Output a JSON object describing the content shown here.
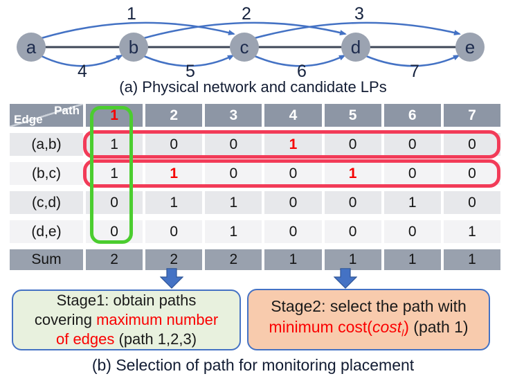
{
  "graph": {
    "nodes": [
      "a",
      "b",
      "c",
      "d",
      "e"
    ],
    "path_numbers": [
      "1",
      "2",
      "3",
      "4",
      "5",
      "6",
      "7"
    ],
    "caption": "(a) Physical network and candidate LPs"
  },
  "table": {
    "corner": {
      "top": "Path",
      "bottom": "Edge"
    },
    "path_headers": [
      "1",
      "2",
      "3",
      "4",
      "5",
      "6",
      "7"
    ],
    "rows": [
      {
        "edge": "(a,b)",
        "cells": [
          "1",
          "0",
          "0",
          "1",
          "0",
          "0",
          "0"
        ]
      },
      {
        "edge": "(b,c)",
        "cells": [
          "1",
          "1",
          "0",
          "0",
          "1",
          "0",
          "0"
        ]
      },
      {
        "edge": "(c,d)",
        "cells": [
          "0",
          "1",
          "1",
          "0",
          "0",
          "1",
          "0"
        ]
      },
      {
        "edge": "(d,e)",
        "cells": [
          "0",
          "0",
          "1",
          "0",
          "0",
          "0",
          "1"
        ]
      }
    ],
    "sum": {
      "label": "Sum",
      "cells": [
        "2",
        "2",
        "2",
        "1",
        "1",
        "1",
        "1"
      ]
    }
  },
  "stage1": {
    "line1": "Stage1: obtain paths",
    "line2_black": "covering ",
    "line2_red": "maximum number",
    "line3_red": "of edges ",
    "line3_black": "(path 1,2,3)"
  },
  "stage2": {
    "line1": "Stage2: select the path with",
    "red_prefix": "minimum cost(",
    "cost_word": "cost",
    "cost_subscript": "l",
    "red_close": ")",
    "black_suffix": " (path 1)"
  },
  "caption_b": "(b) Selection of path for monitoring placement",
  "colors": {
    "accent_blue": "#4472c4",
    "highlight_red": "#fa0000",
    "green_outline": "#4bcd2f",
    "red_outline": "#f23b58",
    "stage1_bg": "#e8f1de",
    "stage2_bg": "#f8cbad",
    "header_bg": "#8d96a5",
    "node_fill": "#9ba3b1"
  }
}
